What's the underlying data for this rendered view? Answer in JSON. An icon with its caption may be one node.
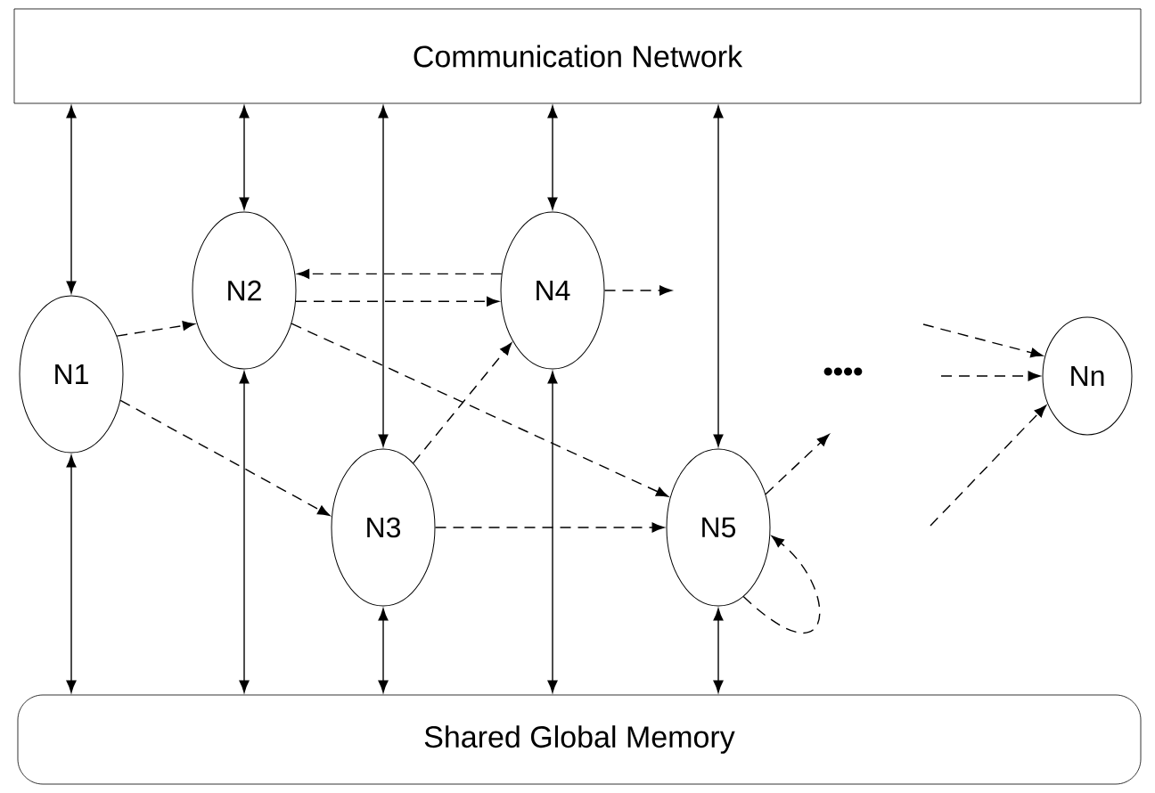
{
  "diagram": {
    "nodes": [
      {
        "text": [
          "Communication Network"
        ]
      },
      {
        "text": [
          "Shared Global Memory"
        ]
      },
      {
        "text": [
          "N1"
        ]
      },
      {
        "text": [
          "N2"
        ]
      },
      {
        "text": [
          "N3"
        ]
      },
      {
        "text": [
          "N4"
        ]
      },
      {
        "text": [
          "N5"
        ]
      },
      {
        "text": [
          "Nn"
        ]
      }
    ],
    "edges": [
      {
        "from": 0,
        "to": 2,
        "arrow": "both"
      },
      {
        "from": 0,
        "to": 3,
        "arrow": "both"
      },
      {
        "from": 0,
        "to": 4,
        "arrow": "both"
      },
      {
        "from": 0,
        "to": 5,
        "arrow": "both"
      },
      {
        "from": 0,
        "to": 6,
        "arrow": "both"
      },
      {
        "from": 2,
        "to": 1,
        "arrow": "both"
      },
      {
        "from": 3,
        "to": 1,
        "arrow": "both"
      },
      {
        "from": 4,
        "to": 1,
        "arrow": "both"
      },
      {
        "from": 5,
        "to": 1,
        "arrow": "both"
      },
      {
        "from": 6,
        "to": 1,
        "arrow": "both"
      },
      {
        "from": 2,
        "to": 3,
        "arrow": "to",
        "style": "dashed"
      },
      {
        "from": 2,
        "to": 4,
        "arrow": "to",
        "style": "dashed"
      },
      {
        "from": 5,
        "to": 3,
        "arrow": "to",
        "style": "dashed"
      },
      {
        "from": 3,
        "to": 5,
        "arrow": "to",
        "style": "dashed"
      },
      {
        "from": 3,
        "to": 6,
        "arrow": "to",
        "style": "dashed"
      },
      {
        "from": 4,
        "to": 5,
        "arrow": "to",
        "style": "dashed"
      },
      {
        "from": 4,
        "to": 6,
        "arrow": "to",
        "style": "dashed"
      },
      {
        "from": 5,
        "to": null,
        "arrow": "to",
        "style": "dashed"
      },
      {
        "from": 6,
        "to": null,
        "arrow": "to",
        "style": "dashed"
      },
      {
        "from": 6,
        "to": 6,
        "arrow": "to",
        "style": "dashed"
      },
      {
        "from": null,
        "to": 7,
        "arrow": "to",
        "style": "dashed"
      },
      {
        "from": null,
        "to": 7,
        "arrow": "to",
        "style": "dashed"
      },
      {
        "from": null,
        "to": 7,
        "arrow": "to",
        "style": "dashed"
      }
    ],
    "labels": [
      "••••"
    ]
  }
}
